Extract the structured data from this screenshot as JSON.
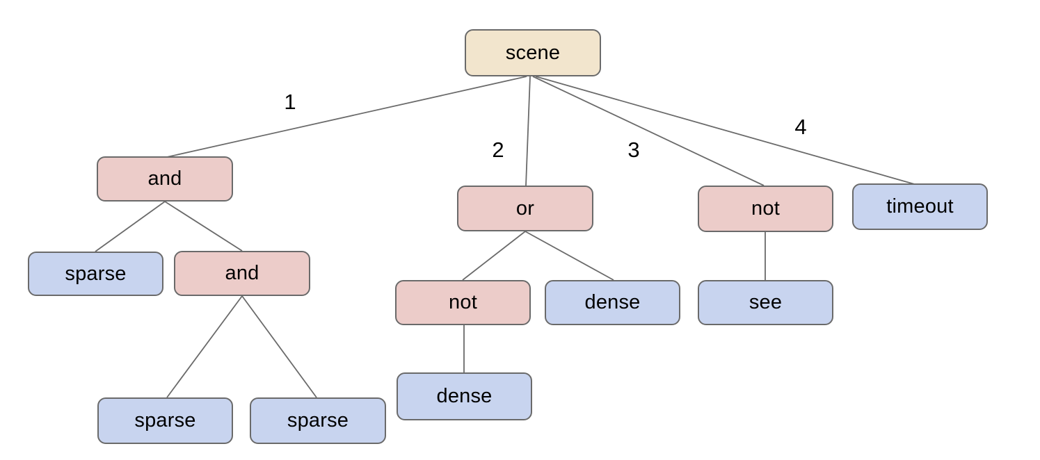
{
  "diagram": {
    "kind": "tree",
    "description": "Scene behavior/condition tree with numbered branches from root"
  },
  "colors": {
    "root_fill": "#f2e5cd",
    "operator_fill": "#ecccc9",
    "leaf_fill": "#c8d4ef",
    "node_border": "#6a6a6a",
    "edge_line": "#6a6a6a",
    "text": "#000000",
    "background": "#ffffff"
  },
  "nodes": [
    {
      "id": "scene",
      "label": "scene",
      "type": "root"
    },
    {
      "id": "and-1",
      "label": "and",
      "type": "operator"
    },
    {
      "id": "or",
      "label": "or",
      "type": "operator"
    },
    {
      "id": "not-1",
      "label": "not",
      "type": "operator"
    },
    {
      "id": "timeout",
      "label": "timeout",
      "type": "leaf"
    },
    {
      "id": "sparse-1",
      "label": "sparse",
      "type": "leaf"
    },
    {
      "id": "and-2",
      "label": "and",
      "type": "operator"
    },
    {
      "id": "not-2",
      "label": "not",
      "type": "operator"
    },
    {
      "id": "dense-1",
      "label": "dense",
      "type": "leaf"
    },
    {
      "id": "see",
      "label": "see",
      "type": "leaf"
    },
    {
      "id": "sparse-2",
      "label": "sparse",
      "type": "leaf"
    },
    {
      "id": "sparse-3",
      "label": "sparse",
      "type": "leaf"
    },
    {
      "id": "dense-2",
      "label": "dense",
      "type": "leaf"
    }
  ],
  "edges": [
    {
      "from": "scene",
      "to": "and-1",
      "label": "1"
    },
    {
      "from": "scene",
      "to": "or",
      "label": "2"
    },
    {
      "from": "scene",
      "to": "not-1",
      "label": "3"
    },
    {
      "from": "scene",
      "to": "timeout",
      "label": "4"
    },
    {
      "from": "and-1",
      "to": "sparse-1",
      "label": ""
    },
    {
      "from": "and-1",
      "to": "and-2",
      "label": ""
    },
    {
      "from": "and-2",
      "to": "sparse-2",
      "label": ""
    },
    {
      "from": "and-2",
      "to": "sparse-3",
      "label": ""
    },
    {
      "from": "or",
      "to": "not-2",
      "label": ""
    },
    {
      "from": "or",
      "to": "dense-1",
      "label": ""
    },
    {
      "from": "not-1",
      "to": "see",
      "label": ""
    },
    {
      "from": "not-2",
      "to": "dense-2",
      "label": ""
    }
  ]
}
